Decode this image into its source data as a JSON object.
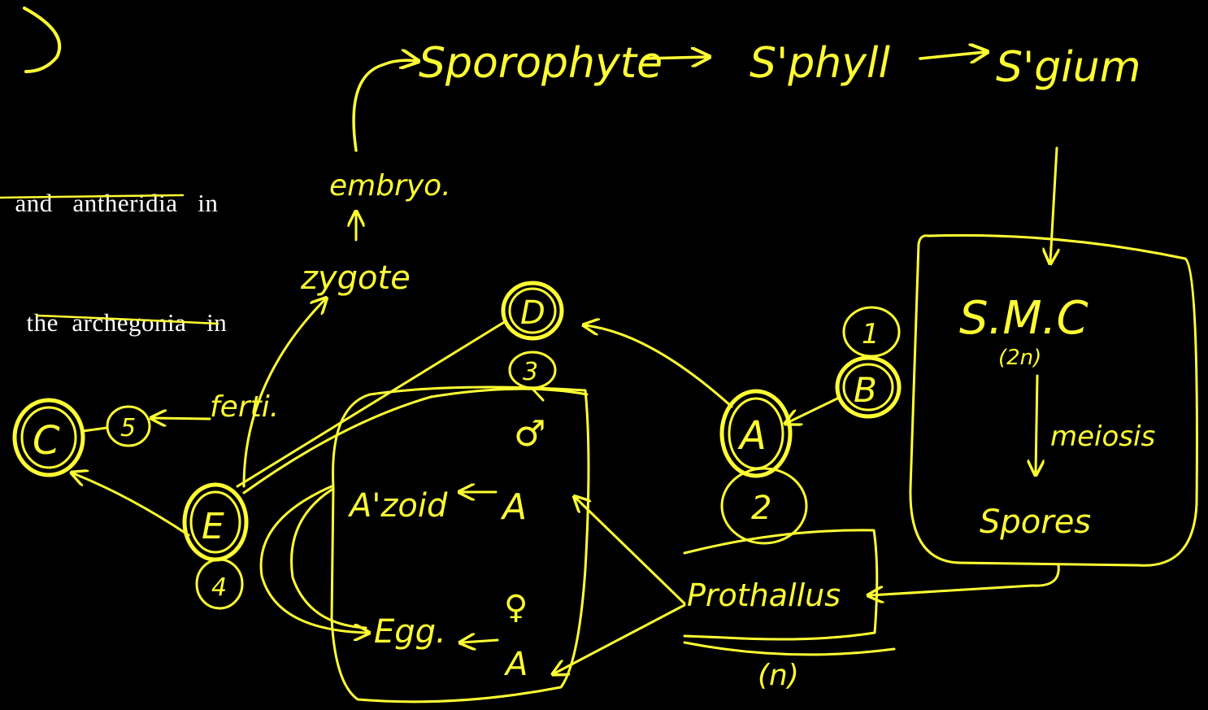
{
  "colors": {
    "background": "#000000",
    "ink": "#ffff33",
    "printed_text": "#ffffff"
  },
  "printed": {
    "line1": {
      "word1": "and",
      "word2": "antheridia",
      "word3": "in"
    },
    "line2": {
      "word1": "the",
      "word2": "archegonia",
      "word3": "in"
    }
  },
  "handwriting": {
    "sporophyte": "Sporophyte",
    "sporophyll": "S'phyll",
    "sporangium": "S'gium",
    "embryo": "embryo.",
    "zygote": "zygote",
    "smc": "S.M.C",
    "smc_ploidy": "(2n)",
    "meiosis": "meiosis",
    "spores": "Spores",
    "prothallus": "Prothallus",
    "prothallus_ploidy": "(n)",
    "antherozoid": "A'zoid",
    "egg": "Egg.",
    "male_symbol": "♂",
    "female_symbol": "♀",
    "a_label": "A",
    "fertilisation": "ferti."
  },
  "labels": {
    "A": "A",
    "B": "B",
    "C": "C",
    "D": "D",
    "E": "E",
    "n1": "1",
    "n2": "2",
    "n3": "3",
    "n4": "4",
    "n5": "5"
  }
}
